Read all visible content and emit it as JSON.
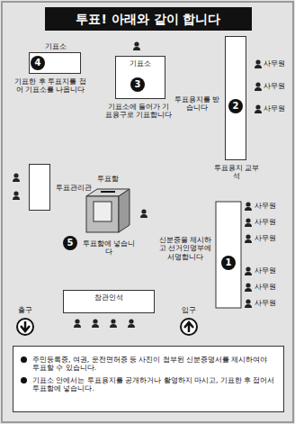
{
  "diagram": {
    "title": "투표! 아래와 같이 합니다",
    "nodes": [
      {
        "text": [
          "기표소"
        ]
      },
      {
        "text": [
          "기표소"
        ]
      },
      {
        "text": [
          "투표용지 교부석"
        ]
      },
      {
        "text": [
          "투표관리관"
        ]
      },
      {
        "text": [
          "투표함"
        ]
      },
      {
        "text": [
          "참관인석"
        ]
      },
      {
        "text": [
          "주민등록증, 여권, 운전면허증 등 사진이 첩부된 신분증명서를 제시하여야 투표할 수 있습니다.",
          "기표소 안에서는 투표용지를 공개하거나 촬영하지 마시고, 기표한 후 접어서 투표함에 넣습니다."
        ]
      }
    ],
    "labels": [
      "4",
      "기표한 후 투표지를 접어 기표소를 나옵니다",
      "3",
      "기표소에 들어가 기표용구로 기표합니다",
      "2",
      "사무원",
      "사무원",
      "사무원",
      "투표용지를 받습니다",
      "5",
      "투표함에 넣습니다",
      "1",
      "사무원",
      "사무원",
      "사무원",
      "사무원",
      "사무원",
      "사무원",
      "신분증을 제시하고 선거인명부에 서명합니다",
      "출구",
      "입구"
    ]
  }
}
